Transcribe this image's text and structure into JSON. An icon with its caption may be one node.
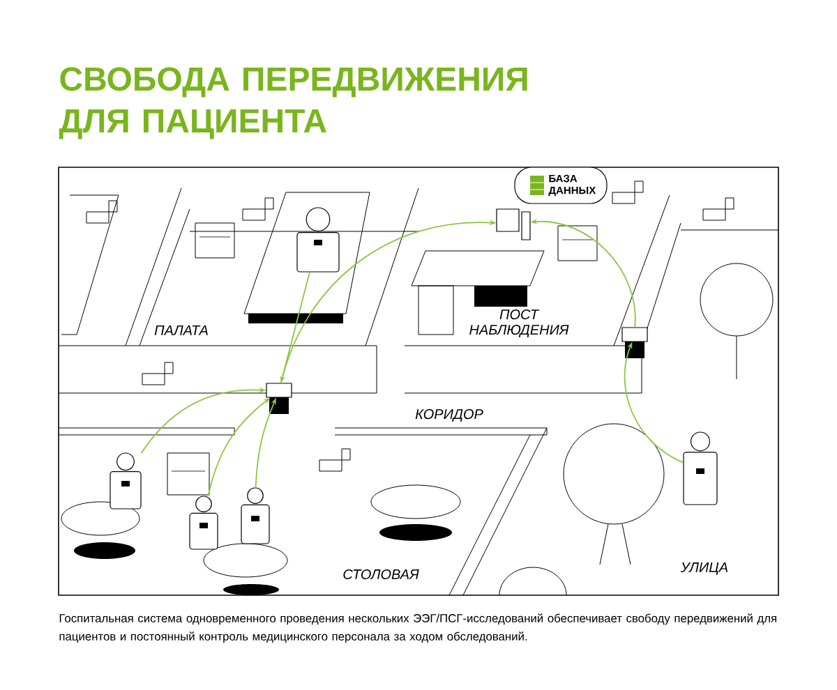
{
  "diagram": {
    "title": "СВОБОДА ПЕРЕДВИЖЕНИЯ ДЛЯ ПАЦИЕНТА",
    "caption": "Госпитальная система одновременного проведения нескольких ЭЭГ/ПСГ-исследований обеспечивает свободу передвижений для пациентов и постоянный контроль медицинского персонала за ходом обследований.",
    "nodes": [
      {
        "text": [
          "БАЗА ДАННЫХ"
        ]
      },
      {
        "text": [],
        "shape": "picture"
      },
      {
        "text": [],
        "shape": "box"
      },
      {
        "text": [],
        "shape": "box"
      },
      {
        "text": [],
        "shape": "person"
      },
      {
        "text": [],
        "shape": "person"
      },
      {
        "text": [],
        "shape": "person"
      },
      {
        "text": [],
        "shape": "person"
      },
      {
        "text": [],
        "shape": "person"
      }
    ],
    "edges": [
      {
        "from": 4,
        "to": 2,
        "arrow": "to"
      },
      {
        "from": 2,
        "to": 1,
        "arrow": "to"
      },
      {
        "from": 5,
        "to": 2,
        "arrow": "to"
      },
      {
        "from": 6,
        "to": 2,
        "arrow": "to"
      },
      {
        "from": 7,
        "to": 2,
        "arrow": "to"
      },
      {
        "from": 8,
        "to": 3,
        "arrow": "to"
      },
      {
        "from": 3,
        "to": 1,
        "arrow": "to"
      }
    ],
    "labels": [
      "ПАЛАТА",
      "ПОСТ НАБЛЮДЕНИЯ",
      "КОРИДОР",
      "СТОЛОВАЯ",
      "УЛИЦА"
    ]
  }
}
